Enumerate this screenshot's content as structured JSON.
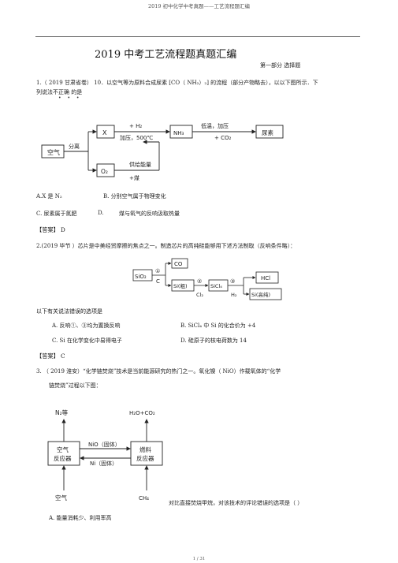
{
  "header": "2019 初中化学中考真题——工艺流程题汇编",
  "title": "2019  中考工艺流程题真题汇编",
  "section": "第一部分      选择题",
  "q1": {
    "stem_line1": "1.（ 2019 甘肃省卷） 10．以空气等为原料合成尿素   [CO（ NH₂）₂] 的流程（部分产物略去），以以下图所示．下",
    "stem_line2": "列说法不正确   的是",
    "emph_dots": "• • •",
    "diagram": {
      "air": "空气",
      "separate": "分离",
      "x": "X",
      "h2": "+ H₂",
      "cond1": "加压，500℃",
      "nh3": "NH₃",
      "cond2": "低温，加压",
      "co2": "+ CO₂",
      "urea": "尿素",
      "o2": "O₂",
      "energy": "供给能量",
      "coal": "+煤"
    },
    "optA": "A.X 是 N₂",
    "optB": "B. 分别空气属于物理变化",
    "optC": "C. 尿素属于氮肥",
    "optD_label": "D.",
    "optD": "煤与氧气的反响汲取热量",
    "answer": "【答案】 D"
  },
  "q2": {
    "stem": "2.(2019 毕节 ）芯片是中美经贸摩擦的焦点之一。制造芯片的高纯硅能够用下述方法制取（反响条件略）：",
    "diagram": {
      "sio2": "SiO₂",
      "c1": "①",
      "c": "C",
      "co": "CO",
      "si_crude": "Si(粗)",
      "c2": "②",
      "cl2": "Cl₂",
      "sicl4": "SiCl₄",
      "c3": "③",
      "h2": "H₂",
      "hcl": "HCl",
      "si_pure": "Si(高纯)"
    },
    "intro": "以下有关说法错误的选项是",
    "optA": "A.  反响①、③均为置换反响",
    "optB": "B.  SiCl₄ 中 Si 的化合价为 +4",
    "optC": "C.  Si 在化学变化中易得电子",
    "optD": "D.  硅原子的核电荷数为   14",
    "answer": "【答案】 C"
  },
  "q3": {
    "stem_line1": "3.  （ 2019 淮安）“化学链焚烧”技术是当前能源研究的热门之一。氧化镍（          NiO）作载氧体的“化学",
    "stem_line2": "链焚烧”过程以下图：",
    "diagram": {
      "n2": "N₂等",
      "out2": "H₂O+CO₂",
      "reactor1_l1": "空气",
      "reactor1_l2": "反应器",
      "nio": "NiO（固体）",
      "ni": "Ni（固体）",
      "reactor2_l1": "燃料",
      "reactor2_l2": "反应器",
      "air": "空气",
      "ch4": "CH₄"
    },
    "compare": "对比直接焚烧甲烷，对该技术的评论错误的选项是（          ）",
    "optA": "A.  能量消耗少、利用率高"
  },
  "page_number": "1 / 31"
}
